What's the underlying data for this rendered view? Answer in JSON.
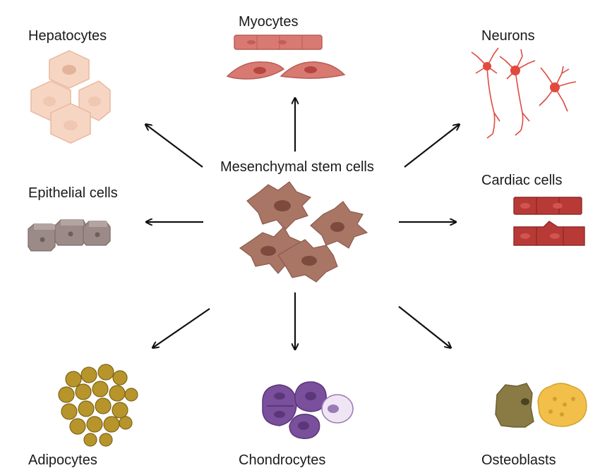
{
  "center": {
    "label": "Mesenchymal stem cells"
  },
  "cell_types": {
    "hepatocytes": {
      "label": "Hepatocytes"
    },
    "myocytes": {
      "label": "Myocytes"
    },
    "neurons": {
      "label": "Neurons"
    },
    "epithelial": {
      "label": "Epithelial cells"
    },
    "cardiac": {
      "label": "Cardiac cells"
    },
    "adipocytes": {
      "label": "Adipocytes"
    },
    "chondrocytes": {
      "label": "Chondrocytes"
    },
    "osteoblasts": {
      "label": "Osteoblasts"
    }
  },
  "colors": {
    "msc_body": "#a97565",
    "msc_nucleus": "#7d4a3e",
    "hepatocyte": "#f6d6c2",
    "myocyte": "#d97a72",
    "neuron": "#e04a3f",
    "epithelial": "#9c8a88",
    "cardiac": "#b83a36",
    "adipocyte": "#b7952b",
    "chondrocyte": "#7a4f9c",
    "osteoblast_dark": "#8a7a44",
    "osteoblast_light": "#f2c04a",
    "arrow": "#111111"
  }
}
